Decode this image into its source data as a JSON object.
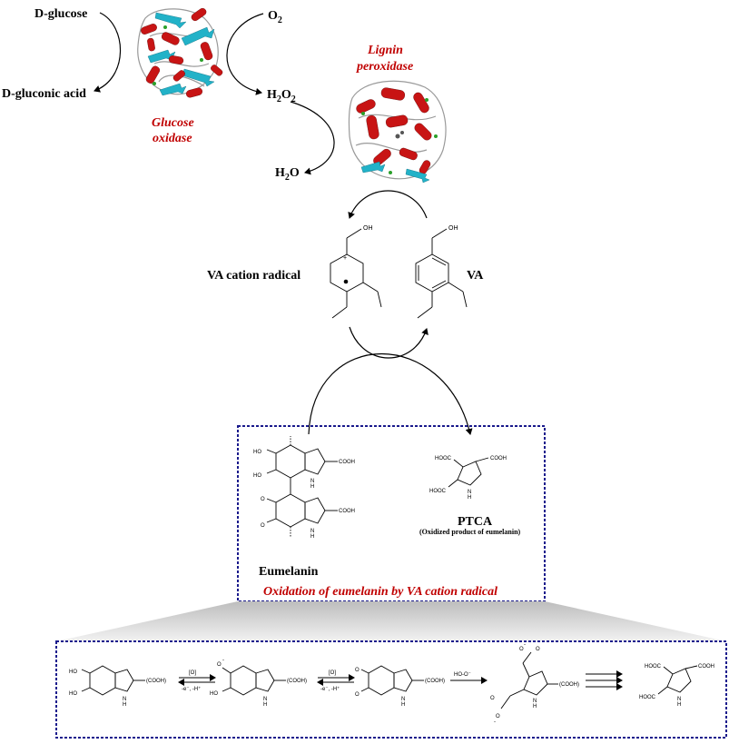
{
  "labels": {
    "d_glucose": "D-glucose",
    "d_gluconic_acid": "D-gluconic acid",
    "o2": "O",
    "o2_sub": "2",
    "h2o2_h": "H",
    "h2o2_sub1": "2",
    "h2o2_o": "O",
    "h2o2_sub2": "2",
    "h2o_h": "H",
    "h2o_sub": "2",
    "h2o_o": "O",
    "glucose_oxidase_1": "Glucose",
    "glucose_oxidase_2": "oxidase",
    "lignin_peroxidase_1": "Lignin",
    "lignin_peroxidase_2": "peroxidase",
    "va_cation_radical": "VA cation radical",
    "va": "VA",
    "eumelanin": "Eumelanin",
    "ptca": "PTCA",
    "ptca_desc": "(Oxidized product of eumelanin)",
    "box_caption": "Oxidation of eumelanin by VA cation radical"
  },
  "chem": {
    "oh": "OH",
    "ho": "HO",
    "o": "O",
    "nh": "N\nH",
    "n": "N",
    "h": "H",
    "cooh": "COOH",
    "hooc": "HOOC",
    "cooh_paren": "(COOH)",
    "o_minus": "O",
    "minus": "-",
    "plus": "+",
    "oxidant": "[O]",
    "e_h": "-e⁻, -H⁺",
    "hoo": "HO-O⁻"
  },
  "colors": {
    "enzyme_label": "#c00000",
    "box_border": "#1a1a8c",
    "helix": "#c81414",
    "sheet": "#22b2c8",
    "coil": "#9a9a9a",
    "loop_green": "#2aa02a"
  },
  "icons": [
    "glucose-oxidase-protein-structure",
    "lignin-peroxidase-protein-structure"
  ]
}
